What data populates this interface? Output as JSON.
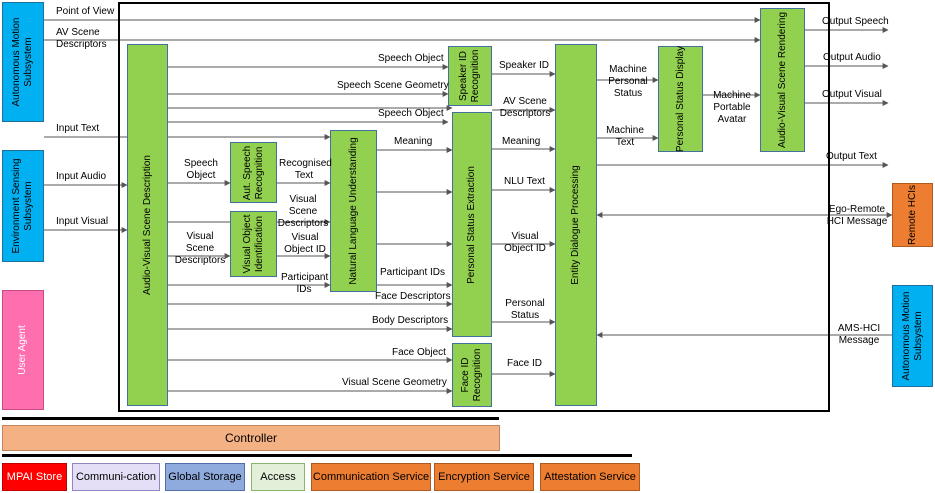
{
  "left_inputs": {
    "point_of_view": "Point of View",
    "av_scene_descriptors": "AV Scene Descriptors",
    "input_text": "Input Text",
    "input_audio": "Input Audio",
    "input_visual": "Input Visual"
  },
  "modules": {
    "audio_visual_scene_description": "Audio-Visual Scene Description",
    "aut_speech_recognition": "Aut. Speech Recognition",
    "visual_object_identification": "Visual Object Identification",
    "natural_language_understanding": "Natural Language Understanding",
    "speaker_id_recognition": "Speaker ID Recognition",
    "personal_status_extraction": "Personal Status Extraction",
    "face_id_recognition": "Face ID Recognition",
    "entity_dialogue_processing": "Entity Dialogue Processing",
    "personal_status_display": "Personal Status Display",
    "audio_visual_scene_rendering": "Audio-Visual Scene Rendering"
  },
  "external": {
    "autonomous_motion_subsystem_left": "Autonomous Motion Subsystem",
    "environment_sensing_subsystem": "Environment Sensing Subsystem",
    "user_agent": "User Agent",
    "remote_hcis": "Remote HCIs",
    "autonomous_motion_subsystem_right": "Autonomous Motion Subsystem"
  },
  "signals": {
    "speech_object_top": "Speech Object",
    "speech_scene_geometry": "Speech Scene Geometry",
    "speech_object_mid": "Speech Object",
    "speech_object_asr": "Speech Object",
    "recognised_text": "Recognised Text",
    "visual_scene_descriptors_top": "Visual Scene Descriptors",
    "visual_scene_descriptors_left": "Visual Scene Descriptors",
    "visual_object_id_left": "Visual Object ID",
    "participant_ids_left": "Participant IDs",
    "meaning_left": "Meaning",
    "participant_ids_right": "Participant IDs",
    "face_descriptors": "Face Descriptors",
    "body_descriptors": "Body Descriptors",
    "face_object": "Face Object",
    "visual_scene_geometry": "Visual Scene Geometry",
    "speaker_id": "Speaker ID",
    "av_scene_descriptors_mid": "AV Scene Descriptors",
    "meaning_right": "Meaning",
    "nlu_text": "NLU Text",
    "visual_object_id_right": "Visual Object ID",
    "personal_status": "Personal Status",
    "face_id": "Face ID",
    "machine_personal_status": "Machine Personal Status",
    "machine_text": "Machine Text",
    "machine_portable_avatar": "Machine Portable Avatar",
    "output_speech": "Output Speech",
    "output_audio": "Output Audio",
    "output_visual": "Output Visual",
    "output_text": "Output Text",
    "ego_remote_hci_message": "Ego-Remote HCI Message",
    "ams_hci_message": "AMS-HCI Message"
  },
  "infrastructure": {
    "controller": "Controller",
    "mpai_store": "MPAI Store",
    "communication": "Communi-cation",
    "global_storage": "Global Storage",
    "access": "Access",
    "communication_service": "Communication Service",
    "encryption_service": "Encryption Service",
    "attestation_service": "Attestation Service"
  },
  "colors": {
    "module_green": "#92d050",
    "subsystem_blue": "#00b0f0",
    "user_agent_pink": "#ff6fb0",
    "service_orange": "#ed7d31",
    "controller_peach": "#f4b183",
    "mpai_store_red": "#ff0000",
    "communication_lavender": "#e4dff7",
    "global_storage_blue": "#8faadc",
    "access_mint": "#e2f0d9"
  }
}
